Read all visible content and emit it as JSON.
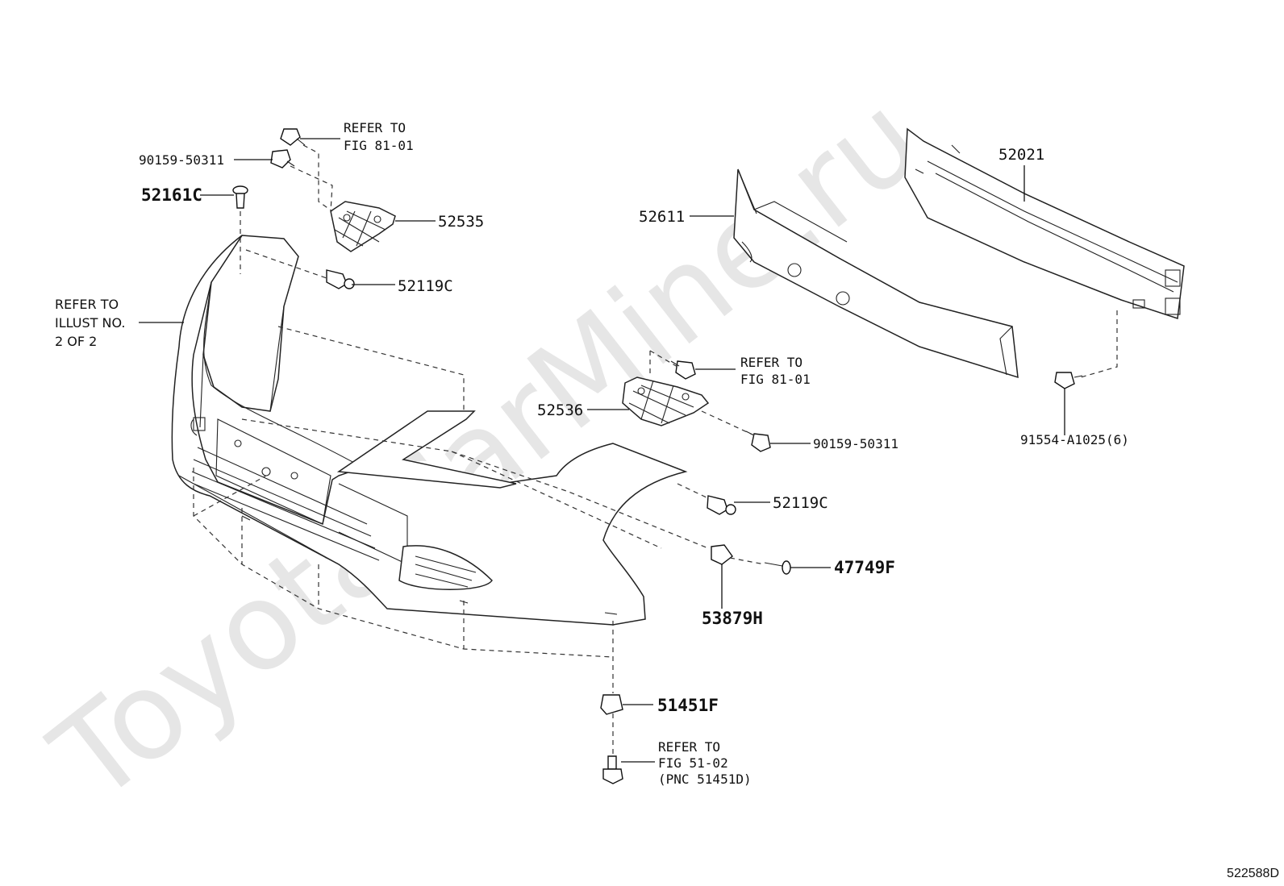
{
  "watermark": "ToyotaCarMine.ru",
  "callouts": {
    "c52161c": "52161C",
    "c90159_top": "90159-50311",
    "c52535": "52535",
    "c52119c_top": "52119C",
    "c52611": "52611",
    "c52021": "52021",
    "c52536": "52536",
    "c90159_right": "90159-50311",
    "c91554": "91554-A1025(6)",
    "c52119c_right": "52119C",
    "c47749f": "47749F",
    "c53879h": "53879H",
    "c51451f": "51451F"
  },
  "refs": {
    "ref_top": [
      "REFER TO",
      "FIG 81-01"
    ],
    "ref_mid": [
      "REFER TO",
      "FIG 81-01"
    ],
    "ref_left": [
      "REFER TO",
      "ILLUST NO.",
      "2 OF 2"
    ],
    "ref_bottom": [
      "REFER TO",
      "FIG 51-02",
      "(PNC 51451D)"
    ]
  },
  "illustration_code": "522588D"
}
